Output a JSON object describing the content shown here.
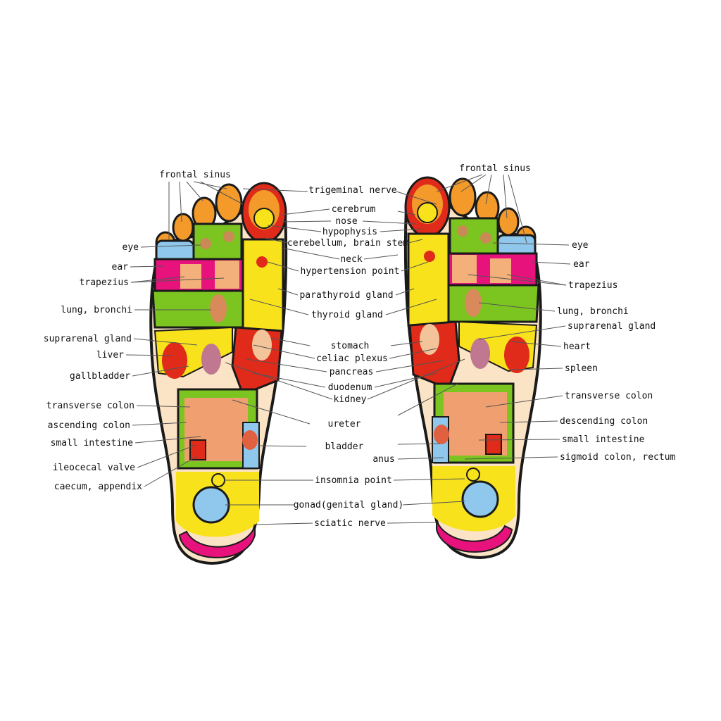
{
  "colors": {
    "skin": "#fbe3c6",
    "green": "#7cc520",
    "yellow": "#f8e21c",
    "magenta": "#e8127c",
    "blue": "#8fc8ec",
    "orange": "#f39a2a",
    "red": "#e02a1a",
    "outline": "#1a1a1a"
  },
  "left_labels": {
    "frontal_sinus": "frontal sinus",
    "eye": "eye",
    "ear": "ear",
    "trapezius": "trapezius",
    "lung_bronchi": "lung, bronchi",
    "suprarenal_gland": "suprarenal gland",
    "liver": "liver",
    "gallbladder": "gallbladder",
    "transverse_colon": "transverse colon",
    "ascending_colon": "ascending colon",
    "small_intestine": "small intestine",
    "ileocecal_valve": "ileocecal valve",
    "caecum_appendix": "caecum, appendix"
  },
  "center_labels": {
    "trigeminal_nerve": "trigeminal nerve",
    "cerebrum": "cerebrum",
    "nose": "nose",
    "hypophysis": "hypophysis",
    "cerebellum_brain_stem": "cerebellum, brain stem",
    "neck": "neck",
    "hypertension_point": "hypertension point",
    "parathyroid_gland": "parathyroid gland",
    "thyroid_gland": "thyroid gland",
    "stomach": "stomach",
    "celiac_plexus": "celiac plexus",
    "pancreas": "pancreas",
    "duodenum": "duodenum",
    "kidney": "kidney",
    "ureter": "ureter",
    "bladder": "bladder",
    "anus": "anus",
    "insomnia_point": "insomnia point",
    "gonad": "gonad(genital gland)",
    "sciatic_nerve": "sciatic nerve"
  },
  "right_labels": {
    "frontal_sinus": "frontal sinus",
    "eye": "eye",
    "ear": "ear",
    "trapezius": "trapezius",
    "lung_bronchi": "lung, bronchi",
    "suprarenal_gland": "suprarenal gland",
    "heart": "heart",
    "spleen": "spleen",
    "transverse_colon": "transverse colon",
    "descending_colon": "descending colon",
    "small_intestine": "small intestine",
    "sigmoid_colon_rectum": "sigmoid colon, rectum"
  }
}
